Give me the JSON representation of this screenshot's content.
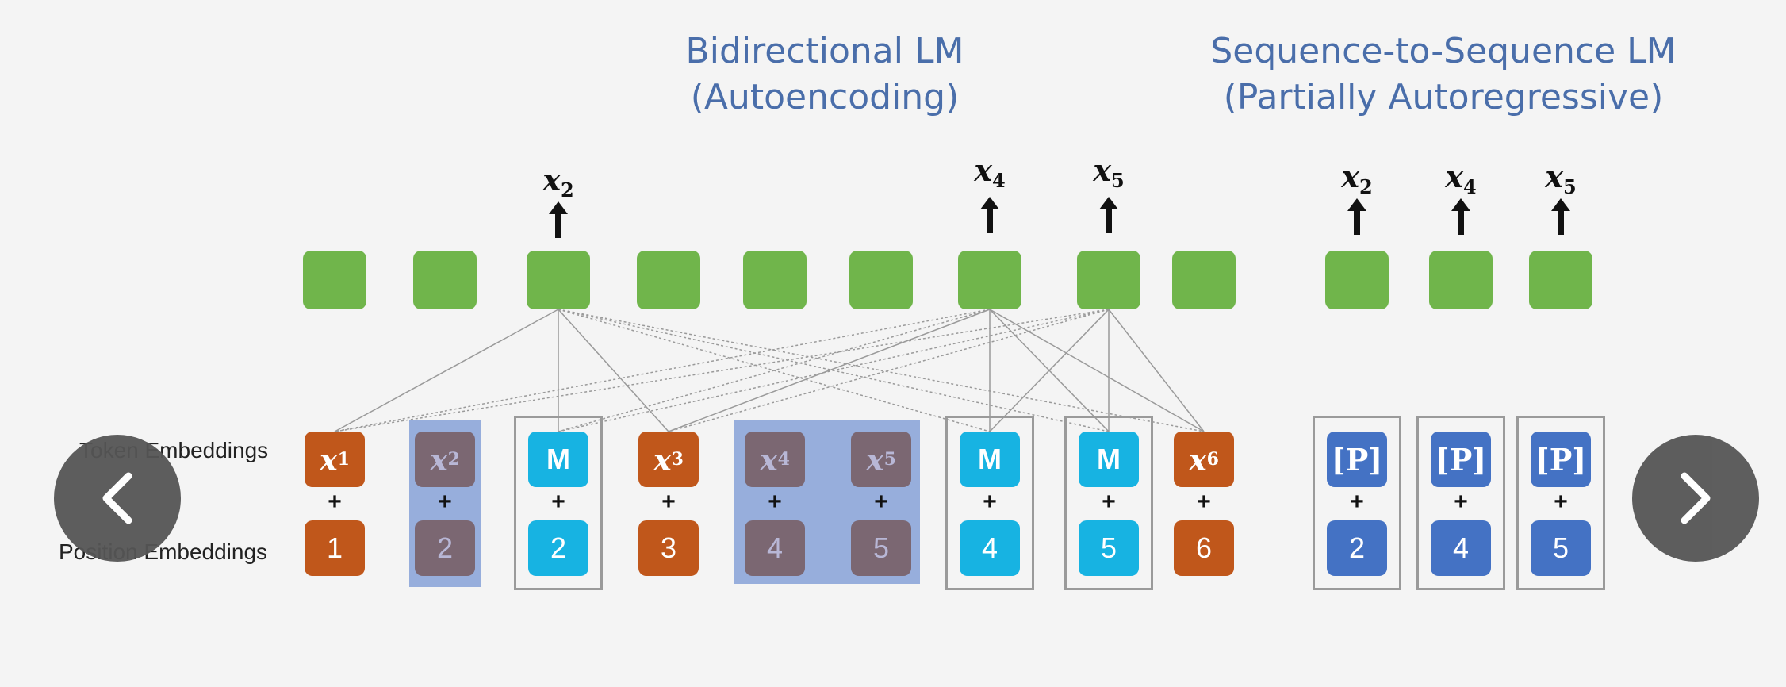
{
  "titles": {
    "left": [
      "Bidirectional LM",
      "(Autoencoding)"
    ],
    "right": [
      "Sequence-to-Sequence LM",
      "(Partially Autoregressive)"
    ]
  },
  "row_labels": {
    "token": "Token Embeddings",
    "position": "Position Embeddings"
  },
  "outputs": [
    {
      "base": "x",
      "sub": "2"
    },
    {
      "base": "x",
      "sub": "4"
    },
    {
      "base": "x",
      "sub": "5"
    },
    {
      "base": "x",
      "sub": "2"
    },
    {
      "base": "x",
      "sub": "4"
    },
    {
      "base": "x",
      "sub": "5"
    }
  ],
  "tokens": [
    {
      "base": "x",
      "sub": "1",
      "color": "#c0571b"
    },
    {
      "base": "x",
      "sub": "2",
      "color": "#7b6772"
    },
    {
      "text": "M",
      "color": "#17b3e2"
    },
    {
      "base": "x",
      "sub": "3",
      "color": "#c0571b"
    },
    {
      "base": "x",
      "sub": "4",
      "color": "#7b6772"
    },
    {
      "base": "x",
      "sub": "5",
      "color": "#7b6772"
    },
    {
      "text": "M",
      "color": "#17b3e2"
    },
    {
      "text": "M",
      "color": "#17b3e2"
    },
    {
      "base": "x",
      "sub": "6",
      "color": "#c0571b"
    },
    {
      "text": "[P]",
      "color": "#4472c4"
    },
    {
      "text": "[P]",
      "color": "#4472c4"
    },
    {
      "text": "[P]",
      "color": "#4472c4"
    }
  ],
  "plus": "+",
  "positions": [
    "1",
    "2",
    "2",
    "3",
    "4",
    "5",
    "4",
    "5",
    "6",
    "2",
    "4",
    "5"
  ],
  "colors": {
    "title": "#4a6eaa",
    "green": "#70b54b",
    "orange": "#c0571b",
    "mauve": "#7b6772",
    "cyan": "#17b3e2",
    "blue": "#4472c4",
    "highlight": "#97aedc"
  },
  "nav": {
    "prev_icon": "chevron-left-icon",
    "next_icon": "chevron-right-icon"
  }
}
